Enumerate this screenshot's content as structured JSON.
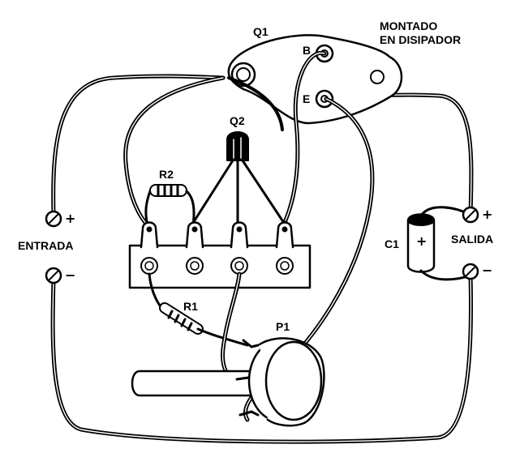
{
  "labels": {
    "q1": "Q1",
    "q2": "Q2",
    "mounted": "MONTADO\nEN DISIPADOR",
    "mounted_line1": "MONTADO",
    "mounted_line2": "EN DISIPADOR",
    "base": "B",
    "emitter": "E",
    "r2": "R2",
    "r1": "R1",
    "p1": "P1",
    "c1": "C1",
    "entrada": "ENTRADA",
    "salida": "SALIDA",
    "plus": "+",
    "minus": "−",
    "cap_plus": "+"
  },
  "colors": {
    "ink": "#000000",
    "paper": "#ffffff"
  }
}
